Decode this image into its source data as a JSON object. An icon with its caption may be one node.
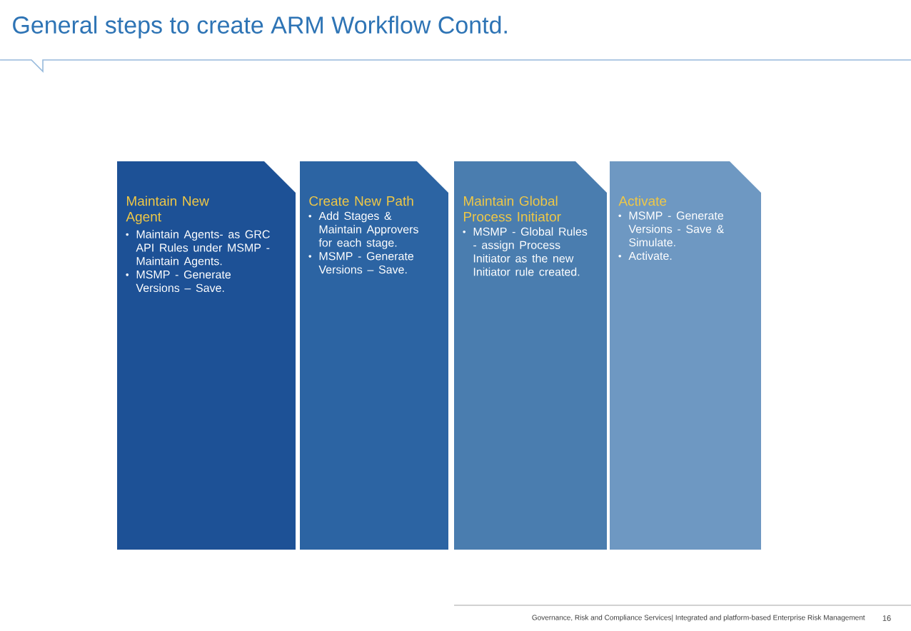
{
  "diagram": {
    "title": "General steps to create ARM Workflow Contd.",
    "nodes": [
      {
        "text": [
          "Maintain New Agent",
          "Maintain Agents- as GRC API Rules under MSMP - Maintain Agents.",
          "MSMP - Generate Versions – Save."
        ]
      },
      {
        "text": [
          "Create New Path",
          "Add Stages & Maintain Approvers for each stage.",
          "MSMP - Generate Versions – Save."
        ]
      },
      {
        "text": [
          "Maintain Global Process Initiator",
          "MSMP - Global Rules - assign Process Initiator as the new Initiator rule created."
        ]
      },
      {
        "text": [
          "Activate",
          "MSMP - Generate Versions - Save & Simulate.",
          "Activate."
        ]
      }
    ],
    "labels": [
      "Governance, Risk and Compliance Services| Integrated and platform-based Enterprise Risk Management",
      "16"
    ]
  }
}
